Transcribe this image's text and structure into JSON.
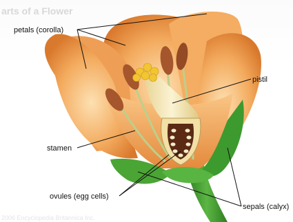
{
  "title": "arts of a Flower",
  "credit": "2006 Encyclopedia Britannica Inc.",
  "labels": {
    "petals": "petals (corolla)",
    "pistil": "pistil",
    "stamen": "stamen",
    "ovules": "ovules (egg cells)",
    "sepals": "sepals (calyx)"
  },
  "colors": {
    "petal": "#f0a356",
    "petal_light": "#fbd7a2",
    "sepal": "#3d9a2e",
    "anther": "#a5562c",
    "pistil": "#f4e6b4",
    "pollen": "#f2c531"
  }
}
